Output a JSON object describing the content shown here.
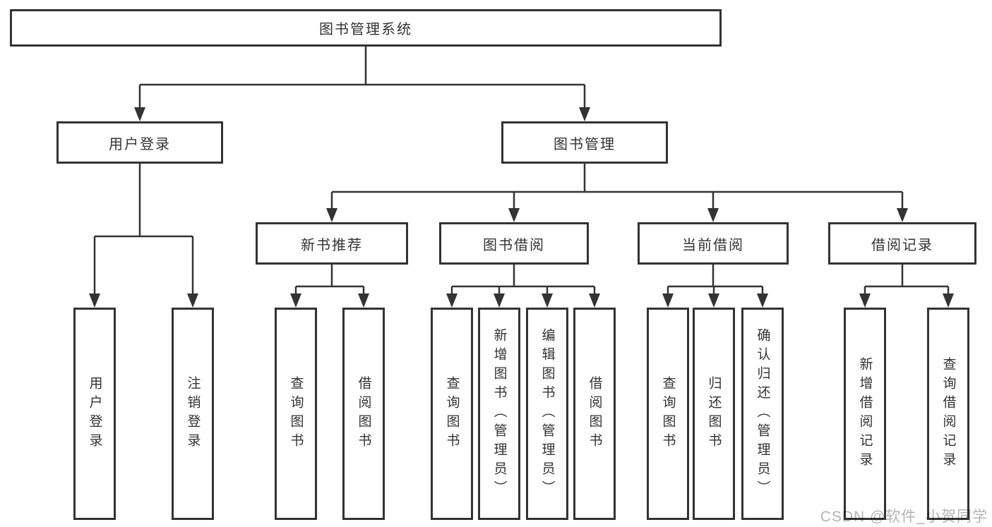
{
  "diagram": {
    "tree": {
      "label": "图书管理系统",
      "children": [
        {
          "label": "用户登录",
          "children": [
            {
              "label": "用户登录"
            },
            {
              "label": "注销登录"
            }
          ]
        },
        {
          "label": "图书管理",
          "children": [
            {
              "label": "新书推荐",
              "children": [
                {
                  "label": "查询图书"
                },
                {
                  "label": "借阅图书"
                }
              ]
            },
            {
              "label": "图书借阅",
              "children": [
                {
                  "label": "查询图书"
                },
                {
                  "label": "新增图书（管理员）"
                },
                {
                  "label": "编辑图书（管理员）"
                },
                {
                  "label": "借阅图书"
                }
              ]
            },
            {
              "label": "当前借阅",
              "children": [
                {
                  "label": "查询图书"
                },
                {
                  "label": "归还图书"
                },
                {
                  "label": "确认归还（管理员）"
                }
              ]
            },
            {
              "label": "借阅记录",
              "children": [
                {
                  "label": "新增借阅记录"
                },
                {
                  "label": "查询借阅记录"
                }
              ]
            }
          ]
        }
      ]
    },
    "colors": {
      "line": "#333333",
      "text": "#333333",
      "box_background": "#ffffff",
      "watermark": "#b3b3b3",
      "background": "#ffffff"
    }
  },
  "watermark": {
    "text": "CSDN @软件_小贺同学"
  }
}
